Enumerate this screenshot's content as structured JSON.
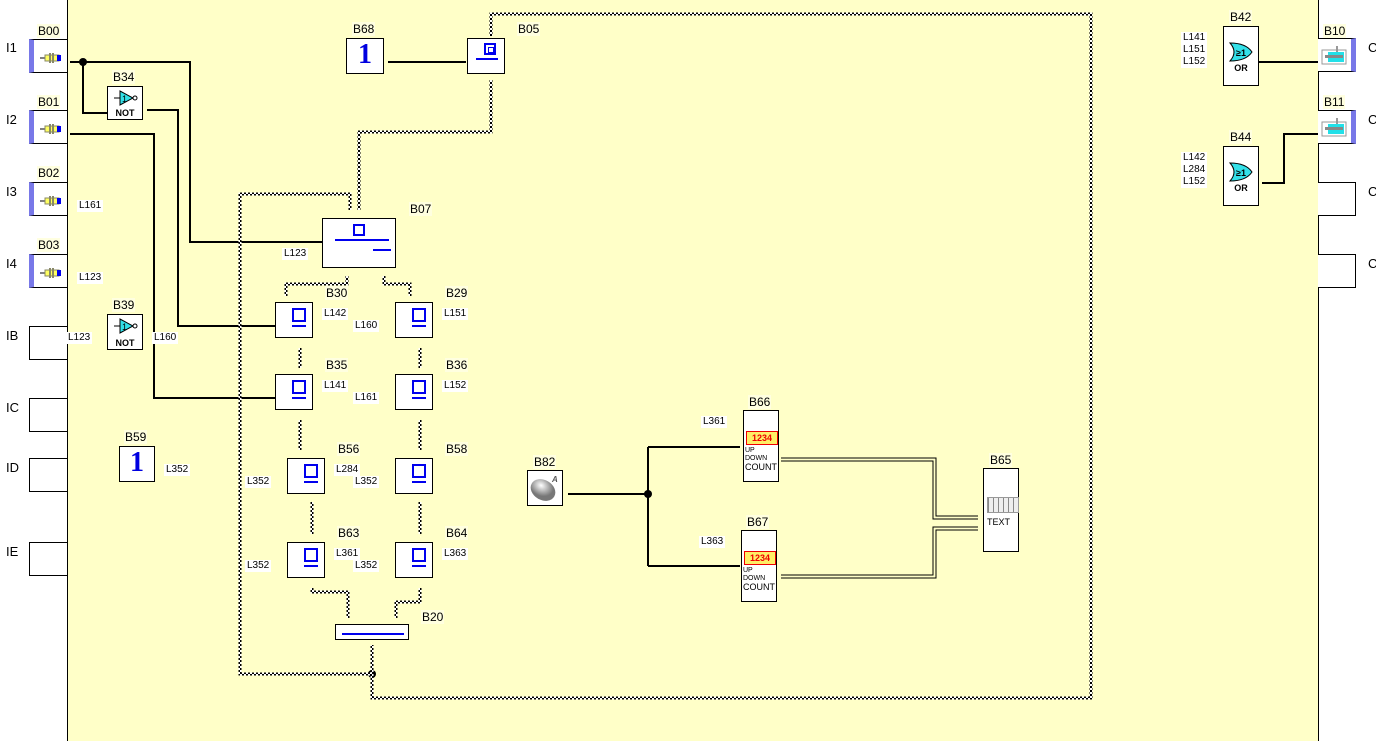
{
  "inputs": [
    {
      "label": "I1",
      "block": "B00",
      "active": true
    },
    {
      "label": "I2",
      "block": "B01",
      "active": true
    },
    {
      "label": "I3",
      "block": "B02",
      "active": true,
      "wire_label": "L161"
    },
    {
      "label": "I4",
      "block": "B03",
      "active": true,
      "wire_label": "L123"
    },
    {
      "label": "IB",
      "block": "",
      "active": false
    },
    {
      "label": "IC",
      "block": "",
      "active": false
    },
    {
      "label": "ID",
      "block": "",
      "active": false
    },
    {
      "label": "IE",
      "block": "",
      "active": false
    }
  ],
  "outputs": [
    {
      "label": "C",
      "block": "B10",
      "active": true
    },
    {
      "label": "C",
      "block": "B11",
      "active": true
    },
    {
      "label": "C",
      "block": "",
      "active": false
    },
    {
      "label": "C",
      "block": "",
      "active": false
    }
  ],
  "blocks": {
    "B34": {
      "id": "B34",
      "type": "NOT"
    },
    "B39": {
      "id": "B39",
      "type": "NOT",
      "in_label": "L123",
      "out_label": "L160"
    },
    "B59": {
      "id": "B59",
      "type": "1",
      "out_label": "L352"
    },
    "B68": {
      "id": "B68",
      "type": "1"
    },
    "B05": {
      "id": "B05"
    },
    "B07": {
      "id": "B07",
      "in_label": "L123"
    },
    "B30": {
      "id": "B30",
      "out_label": "L142"
    },
    "B29": {
      "id": "B29",
      "in_label": "L160",
      "out_label": "L151"
    },
    "B35": {
      "id": "B35",
      "out_label": "L141"
    },
    "B36": {
      "id": "B36",
      "in_label": "L161",
      "out_label": "L152"
    },
    "B56": {
      "id": "B56",
      "in_label": "L352",
      "out_label": "L284"
    },
    "B58": {
      "id": "B58",
      "in_label": "L352"
    },
    "B63": {
      "id": "B63",
      "in_label": "L352",
      "out_label": "L361"
    },
    "B64": {
      "id": "B64",
      "in_label": "L352",
      "out_label": "L363"
    },
    "B20": {
      "id": "B20"
    },
    "B82": {
      "id": "B82"
    },
    "B66": {
      "id": "B66",
      "in_label": "L361",
      "display": "1234",
      "line1": "UP DOWN",
      "line2": "COUNT"
    },
    "B67": {
      "id": "B67",
      "in_label": "L363",
      "display": "1234",
      "line1": "UP DOWN",
      "line2": "COUNT"
    },
    "B65": {
      "id": "B65",
      "type": "TEXT"
    },
    "B42": {
      "id": "B42",
      "type": "OR",
      "in_labels": [
        "L141",
        "L151",
        "L152"
      ]
    },
    "B44": {
      "id": "B44",
      "type": "OR",
      "in_labels": [
        "L142",
        "L284",
        "L152"
      ]
    }
  },
  "not_text": "NOT",
  "or_text": "OR",
  "const_text": "1",
  "colors": {
    "canvas": "#ffffc8",
    "accent": "#0000e0",
    "connector": "#33c3e8",
    "io_bar": "#7878e8",
    "green_pin": "#22cc22"
  }
}
